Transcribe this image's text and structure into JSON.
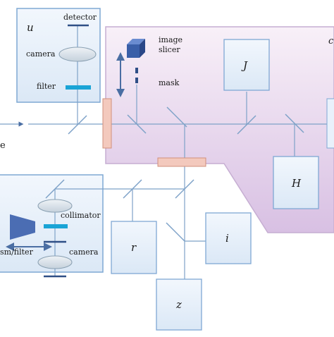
{
  "labels": {
    "u_box": "u",
    "detector": "detector",
    "camera_top": "camera",
    "filter": "filter",
    "image_slicer_1": "image",
    "image_slicer_2": "slicer",
    "mask": "mask",
    "J": "J",
    "H": "H",
    "collimator": "collimator",
    "camera_bottom": "camera",
    "prism_filter": "sm/filter",
    "r": "r",
    "i": "i",
    "z": "z",
    "edge_left": "e",
    "edge_right": "c"
  },
  "colors": {
    "panel_fill": "#e9f1fb",
    "panel_stroke": "#7fa8d4",
    "purple_top": "#f7eef7",
    "purple_bottom": "#d9c2e4",
    "purple_stroke": "#c6aed2",
    "beam": "#7ea2c8",
    "arrow": "#4a6ea3",
    "filter_bar": "#1aa4d6",
    "detector_line": "#2f4f86",
    "lens_fill": "#d3dde6",
    "lens_stroke": "#8aa0b2",
    "slicer_cube": "#3a5fa8",
    "prism": "#4b6db3",
    "orange_fill": "#f3c9bd",
    "orange_stroke": "#d2907c"
  }
}
